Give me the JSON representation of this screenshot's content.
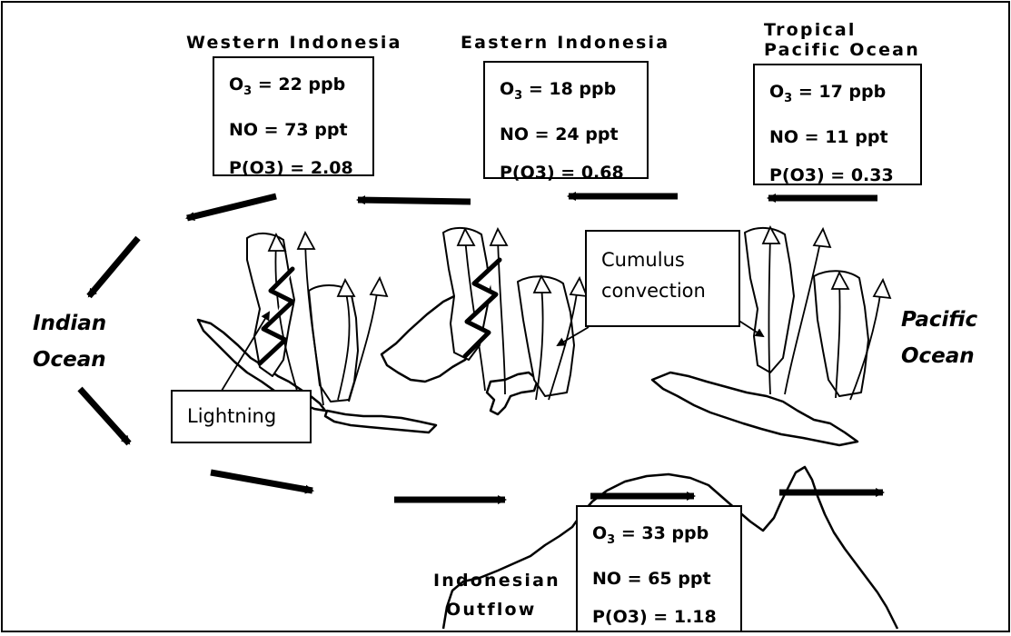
{
  "regions": [
    {
      "title_lines": [
        "Western Indonesia"
      ],
      "o3_prefix": "O",
      "o3_sub": "3",
      "o3_value": "= 22 ppb",
      "no": "NO = 73 ppt",
      "po3": "P(O3) = 2.08"
    },
    {
      "title_lines": [
        "Eastern Indonesia"
      ],
      "o3_prefix": "O",
      "o3_sub": "3",
      "o3_value": "= 18 ppb",
      "no": "NO = 24 ppt",
      "po3": "P(O3) = 0.68"
    },
    {
      "title_lines": [
        "Tropical",
        "Pacific Ocean"
      ],
      "o3_prefix": "O",
      "o3_sub": "3",
      "o3_value": "= 17 ppb",
      "no": "NO = 11 ppt",
      "po3": "P(O3) = 0.33"
    },
    {
      "title_lines": [
        "Indonesian",
        "Outflow"
      ],
      "o3_prefix": "O",
      "o3_sub": "3",
      "o3_value": "= 33 ppb",
      "no": "NO = 65 ppt",
      "po3": "P(O3) = 1.18"
    }
  ],
  "oceans": {
    "indian": [
      "Indian",
      "Ocean"
    ],
    "pacific": [
      "Pacific",
      "Ocean"
    ]
  },
  "callouts": {
    "lightning": "Lightning",
    "cumulus": [
      "Cumulus",
      "convection"
    ]
  },
  "colors": {
    "ink": "#000000",
    "background": "#ffffff"
  }
}
